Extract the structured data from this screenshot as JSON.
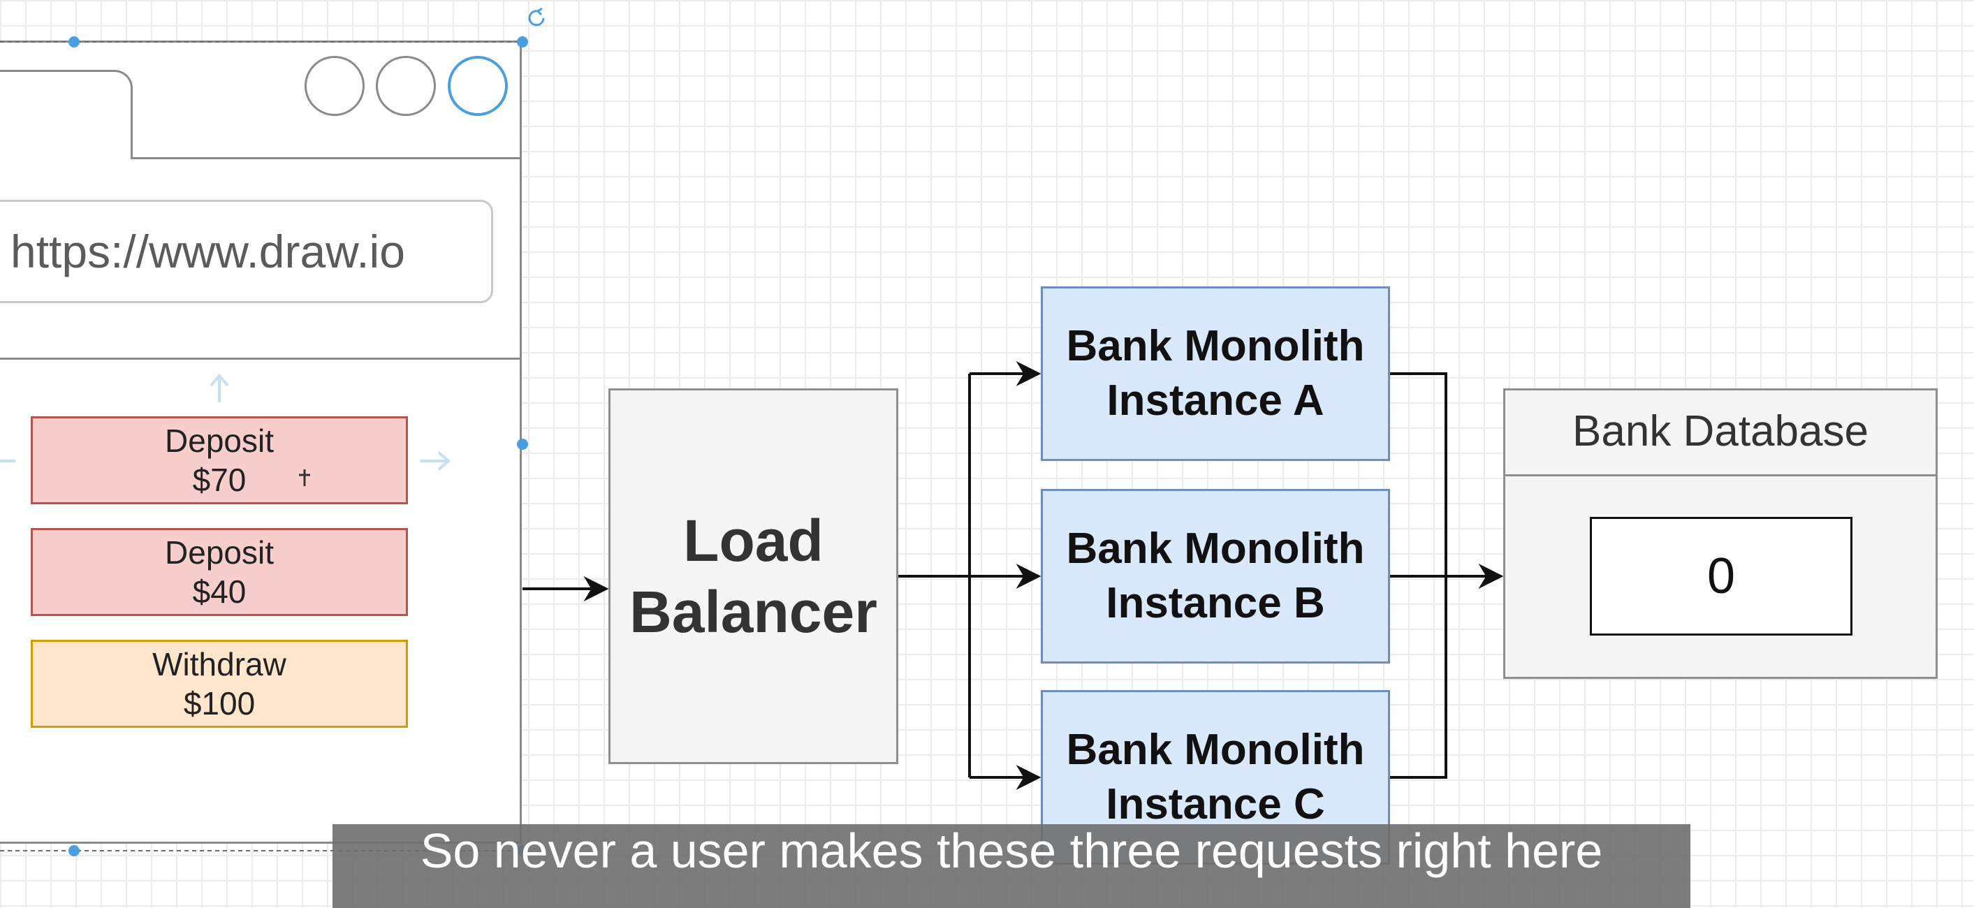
{
  "browser": {
    "url": "https://www.draw.io",
    "window_controls": [
      "minimize-circle",
      "maximize-circle",
      "close-circle"
    ],
    "requests": [
      {
        "label": "Deposit\n$70",
        "kind": "deposit"
      },
      {
        "label": "Deposit\n$40",
        "kind": "deposit"
      },
      {
        "label": "Withdraw\n$100",
        "kind": "withdraw"
      }
    ]
  },
  "diagram": {
    "load_balancer": "Load\nBalancer",
    "instances": [
      "Bank Monolith\nInstance A",
      "Bank Monolith\nInstance B",
      "Bank Monolith\nInstance C"
    ],
    "database": {
      "title": "Bank Database",
      "value": "0"
    }
  },
  "caption": {
    "text": "So never a user makes these three requests right here"
  },
  "colors": {
    "deposit_fill": "#f8cecc",
    "deposit_stroke": "#b85450",
    "withdraw_fill": "#ffe6cc",
    "withdraw_stroke": "#d79b00",
    "instance_fill": "#dae8fc",
    "instance_stroke": "#6c8ebf",
    "neutral_fill": "#f5f5f5",
    "selection_handle": "#4a9fe0"
  }
}
